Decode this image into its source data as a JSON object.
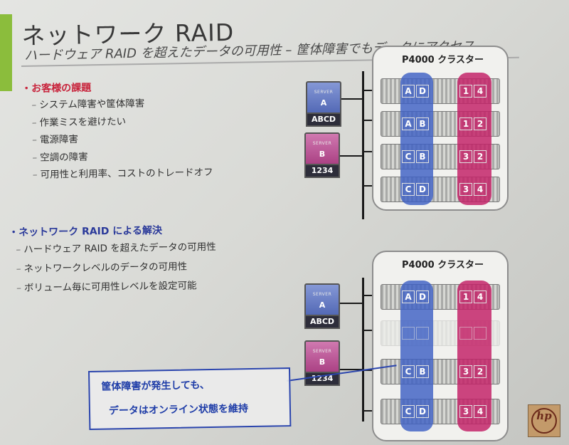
{
  "title": "ネットワーク RAID",
  "subtitle": "ハードウェア RAID を超えたデータの可用性 – 筐体障害でもデータにアクセス",
  "section1": {
    "heading": "お客様の課題",
    "items": [
      "システム障害や筐体障害",
      "作業ミスを避けたい",
      "電源障害",
      "空調の障害",
      "可用性と利用率、コストのトレードオフ"
    ]
  },
  "section2": {
    "heading": "ネットワーク RAID による解決",
    "items": [
      "ハードウェア RAID を超えたデータの可用性",
      "ネットワークレベルのデータの可用性",
      "ボリューム毎に可用性レベルを設定可能"
    ]
  },
  "cluster1": {
    "title": "P4000 クラスター",
    "rows": [
      {
        "blue": [
          "A",
          "D"
        ],
        "red": [
          "1",
          "4"
        ]
      },
      {
        "blue": [
          "A",
          "B"
        ],
        "red": [
          "1",
          "2"
        ]
      },
      {
        "blue": [
          "C",
          "B"
        ],
        "red": [
          "3",
          "2"
        ]
      },
      {
        "blue": [
          "C",
          "D"
        ],
        "red": [
          "3",
          "4"
        ]
      }
    ]
  },
  "cluster2": {
    "title": "P4000 クラスター",
    "rows": [
      {
        "blue": [
          "A",
          "D"
        ],
        "red": [
          "1",
          "4"
        ]
      },
      {
        "blue": [
          "",
          ""
        ],
        "red": [
          "",
          ""
        ]
      },
      {
        "blue": [
          "C",
          "B"
        ],
        "red": [
          "3",
          "2"
        ]
      },
      {
        "blue": [
          "C",
          "D"
        ],
        "red": [
          "3",
          "4"
        ]
      }
    ]
  },
  "servers": {
    "label": "SERVER",
    "a": {
      "letter": "A",
      "data": "ABCD"
    },
    "b": {
      "letter": "B",
      "data": "1234"
    }
  },
  "callout": {
    "line1": "筐体障害が発生しても、",
    "line2": "データはオンライン状態を維持"
  },
  "logo": "hp",
  "colors": {
    "accent_green": "#8bbd3c",
    "heading_red": "#c8243c",
    "heading_blue": "#2b3a9a",
    "volume_blue": "#3e60c4",
    "volume_red": "#c42268"
  }
}
